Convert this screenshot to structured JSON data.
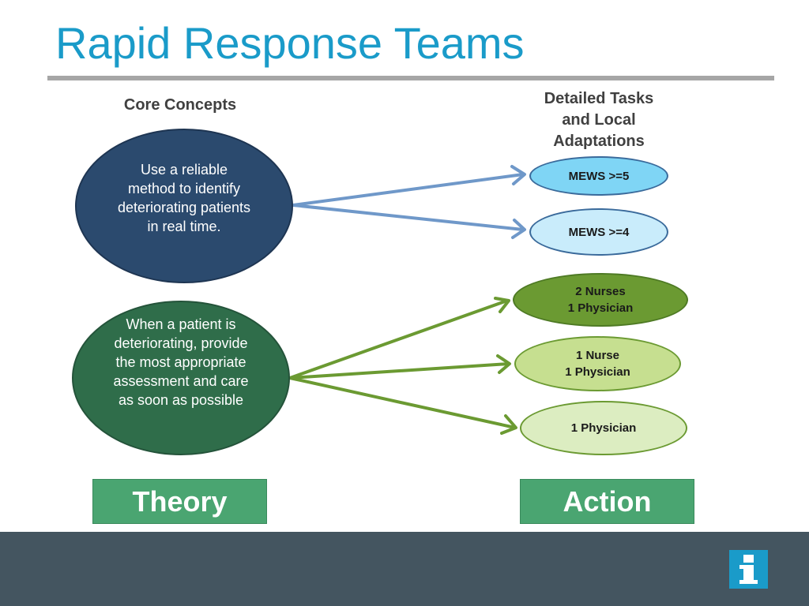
{
  "slide": {
    "title": "Rapid Response Teams",
    "core_heading": "Core Concepts",
    "detail_heading": "Detailed Tasks\nand Local\nAdaptations"
  },
  "concepts": [
    {
      "text": "Use a reliable method to identify deteriorating patients in real time.",
      "color": "#2b4a6e"
    },
    {
      "text": "When a patient is deteriorating, provide the most appropriate assessment and care as soon as possible",
      "color": "#2f6d4a"
    }
  ],
  "tasks": [
    {
      "text": "MEWS >=5",
      "color": "#7fd5f5"
    },
    {
      "text": "MEWS >=4",
      "color": "#c9ecfb"
    },
    {
      "text": "2 Nurses\n1 Physician",
      "color": "#6b9a32"
    },
    {
      "text": "1 Nurse\n1 Physician",
      "color": "#c6df90"
    },
    {
      "text": "1 Physician",
      "color": "#dcedc1"
    }
  ],
  "labels": {
    "theory": "Theory",
    "action": "Action"
  },
  "colors": {
    "title": "#1a9bc9",
    "arrow_blue": "#6f98c9",
    "arrow_green": "#6b9a32",
    "footer": "#445560"
  },
  "icons": {
    "logo": "info-i-icon"
  }
}
